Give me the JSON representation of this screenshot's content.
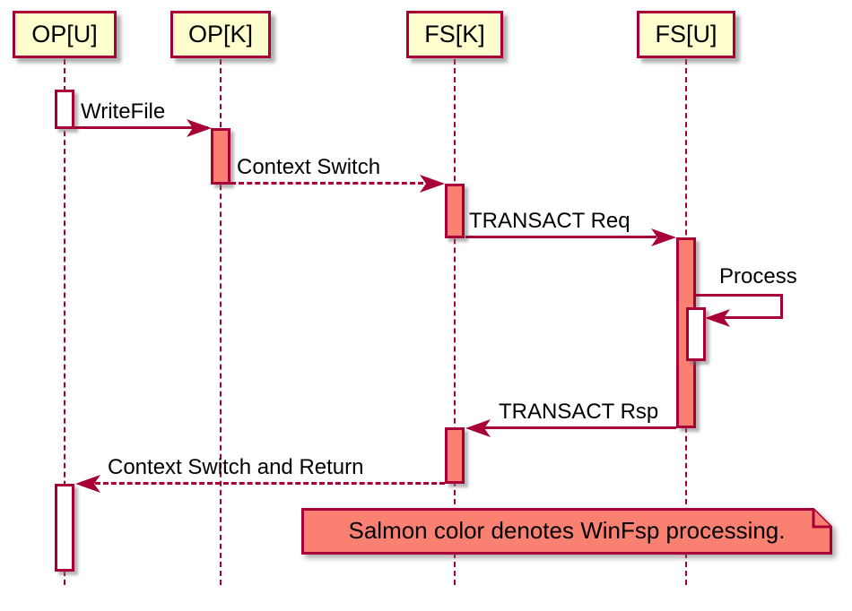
{
  "diagram_type": "sequence",
  "colors": {
    "accent": "#A80036",
    "participant_fill": "#FEFECE",
    "salmon_activation": "#FA8072",
    "plain_activation": "#FFFFFF",
    "text": "#000000"
  },
  "participants": [
    {
      "label": "OP[U]"
    },
    {
      "label": "OP[K]"
    },
    {
      "label": "FS[K]"
    },
    {
      "label": "FS[U]"
    }
  ],
  "messages": [
    {
      "label": "WriteFile",
      "from": "OP[U]",
      "to": "OP[K]",
      "style": "solid",
      "direction": "right"
    },
    {
      "label": "Context Switch",
      "from": "OP[K]",
      "to": "FS[K]",
      "style": "dashed",
      "direction": "right"
    },
    {
      "label": "TRANSACT Req",
      "from": "FS[K]",
      "to": "FS[U]",
      "style": "solid",
      "direction": "right"
    },
    {
      "label": "Process",
      "from": "FS[U]",
      "to": "FS[U]",
      "style": "solid",
      "direction": "self"
    },
    {
      "label": "TRANSACT Rsp",
      "from": "FS[U]",
      "to": "FS[K]",
      "style": "solid",
      "direction": "left"
    },
    {
      "label": "Context Switch and Return",
      "from": "FS[K]",
      "to": "OP[U]",
      "style": "dashed",
      "direction": "left"
    }
  ],
  "note": {
    "text": "Salmon color denotes WinFsp processing."
  }
}
